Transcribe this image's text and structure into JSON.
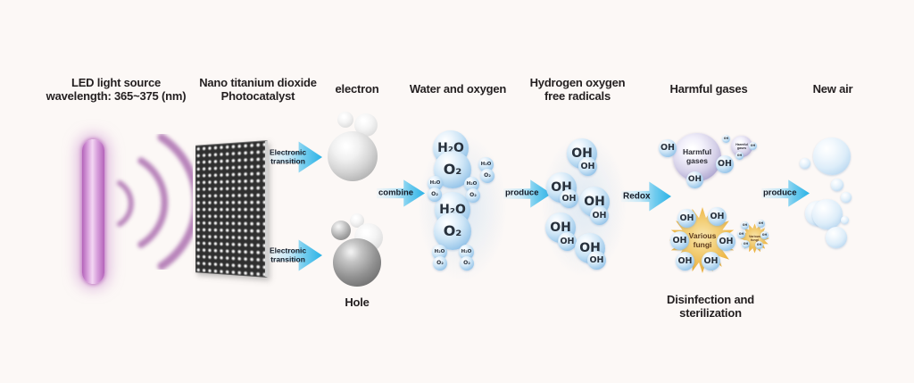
{
  "colors": {
    "bg": "#fcf8f6",
    "text": "#231f20",
    "arrow": "#29b2e6",
    "bubble": "#6ba3d3",
    "purple": "#8a80b6",
    "fungi": "#eeb84a",
    "led": "#bb6fc0"
  },
  "headers": {
    "led_line1": "LED light source",
    "led_line2": "wavelength: 365~375 (nm)",
    "nano_line1": "Nano titanium dioxide",
    "nano_line2": "Photocatalyst",
    "electron": "electron",
    "water_oxygen": "Water and oxygen",
    "radicals_line1": "Hydrogen oxygen",
    "radicals_line2": "free radicals",
    "harmful_gases": "Harmful gases",
    "new_air": "New air"
  },
  "arrows": {
    "electronic_line1": "Electronic",
    "electronic_line2": "transition",
    "combine": "combine",
    "produce": "produce",
    "redox": "Redox"
  },
  "labels": {
    "hole": "Hole",
    "disinfection_line1": "Disinfection and",
    "disinfection_line2": "sterilization"
  },
  "molecules": {
    "h2o": "H₂O",
    "o2": "O₂",
    "oh": "OH",
    "harmful_line1": "Harmful",
    "harmful_line2": "gases",
    "fungi_line1": "Various",
    "fungi_line2": "fungi"
  }
}
